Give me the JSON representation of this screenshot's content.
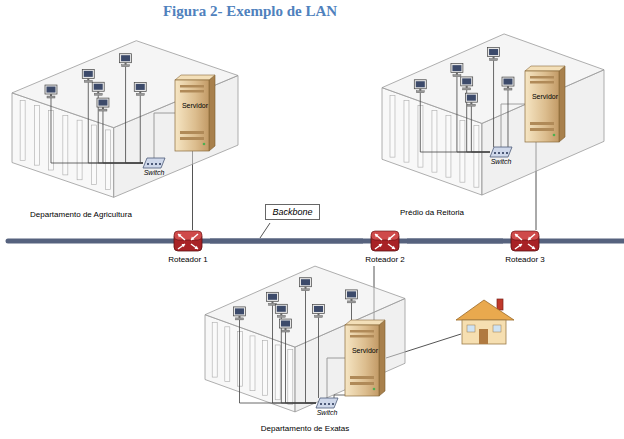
{
  "diagram": {
    "title": "Figura 2- Exemplo de LAN",
    "nodes": [
      {
        "text": [
          "Departamento de Agricultura"
        ]
      },
      {
        "text": [
          "Servidor"
        ],
        "in": 0
      },
      {
        "text": [
          "Switch"
        ],
        "in": 0
      },
      {
        "text": [
          "Prédio da Reitoria"
        ]
      },
      {
        "text": [
          "Servidor"
        ],
        "in": 3
      },
      {
        "text": [
          "Switch"
        ],
        "in": 3
      },
      {
        "text": [
          "Backbone"
        ]
      },
      {
        "text": [
          "Roteador 1"
        ]
      },
      {
        "text": [
          "Roteador 2"
        ]
      },
      {
        "text": [
          "Roteador 3"
        ]
      },
      {
        "text": [
          "Departamento de Exatas"
        ]
      },
      {
        "text": [
          "Servidor"
        ],
        "in": 10
      },
      {
        "text": [
          "Switch"
        ],
        "in": 10
      }
    ],
    "edges": [
      {
        "from": 2,
        "to": 1,
        "arrow": "none"
      },
      {
        "from": 1,
        "to": 7,
        "arrow": "none"
      },
      {
        "from": 5,
        "to": 4,
        "arrow": "none"
      },
      {
        "from": 4,
        "to": 9,
        "arrow": "none"
      },
      {
        "from": 12,
        "to": 11,
        "arrow": "none"
      },
      {
        "from": 11,
        "to": 8,
        "arrow": "none"
      },
      {
        "from": 7,
        "to": 8,
        "arrow": "none"
      },
      {
        "from": 8,
        "to": 9,
        "arrow": "none"
      }
    ]
  }
}
